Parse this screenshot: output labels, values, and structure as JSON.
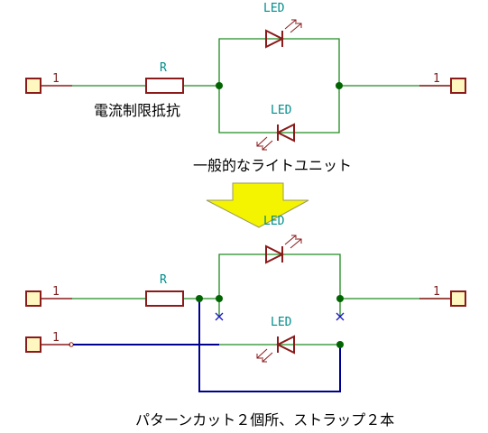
{
  "top_circuit": {
    "resistor_ref": "R",
    "led_top_ref": "LED",
    "led_bottom_ref": "LED",
    "left_pin_number": "1",
    "right_pin_number": "1",
    "resistor_caption": "電流制限抵抗",
    "caption": "一般的なライトユニット"
  },
  "bottom_circuit": {
    "resistor_ref": "R",
    "led_top_ref": "LED",
    "led_bottom_ref": "LED",
    "left_pin_number": "1",
    "left2_pin_number": "1",
    "right_pin_number": "1",
    "caption": "パターンカット２個所、ストラップ２本"
  },
  "colors": {
    "wire": "#208a20",
    "component": "#8b1a1a",
    "label": "#008b8b",
    "junction": "#006400",
    "strap": "#000090",
    "arrow_fill": "#f4f400",
    "cut_mark": "#1a1ac0",
    "connector_fill": "#fff7c0"
  },
  "icons": {
    "arrow": "down-arrow-icon",
    "cut": "cross-mark-icon"
  }
}
